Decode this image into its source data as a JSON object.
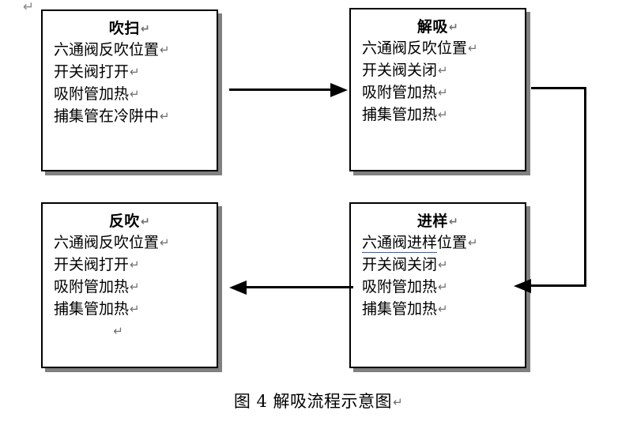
{
  "page": {
    "leading_return_mark": "↵",
    "return_mark": "↵"
  },
  "diagram": {
    "caption": "图 4  解吸流程示意图",
    "boxes": [
      {
        "id": "purge",
        "title": "吹扫",
        "lines": [
          "六通阀反吹位置",
          "开关阀打开",
          "吸附管加热",
          "捕集管在冷阱中"
        ]
      },
      {
        "id": "desorb",
        "title": "解吸",
        "lines": [
          "六通阀反吹位置",
          "开关阀关闭",
          "吸附管加热",
          "捕集管加热"
        ]
      },
      {
        "id": "backflush",
        "title": "反吹",
        "lines": [
          "六通阀反吹位置",
          "开关阀打开",
          "吸附管加热",
          "捕集管加热"
        ],
        "trailing_blank_line": true
      },
      {
        "id": "inject",
        "title": "进样",
        "lines": [
          "六通阀进样位置",
          "开关阀关闭",
          "吸附管加热",
          "捕集管加热"
        ],
        "underline": {
          "line_index": 0,
          "text": "六通阀进样",
          "rest": "位置",
          "color": "#3a59c8"
        }
      }
    ],
    "connectors": [
      {
        "id": "purge-to-desorb",
        "from": "purge",
        "to": "desorb",
        "direction": "right"
      },
      {
        "id": "desorb-to-inject",
        "from": "desorb",
        "to": "inject",
        "direction": "down-left"
      },
      {
        "id": "inject-to-backflush",
        "from": "inject",
        "to": "backflush",
        "direction": "left"
      }
    ],
    "colors": {
      "box_border": "#000000",
      "box_shadow": "#808080",
      "connector": "#000000",
      "underline": "#3a59c8",
      "return_mark": "#6f6f6f"
    }
  }
}
